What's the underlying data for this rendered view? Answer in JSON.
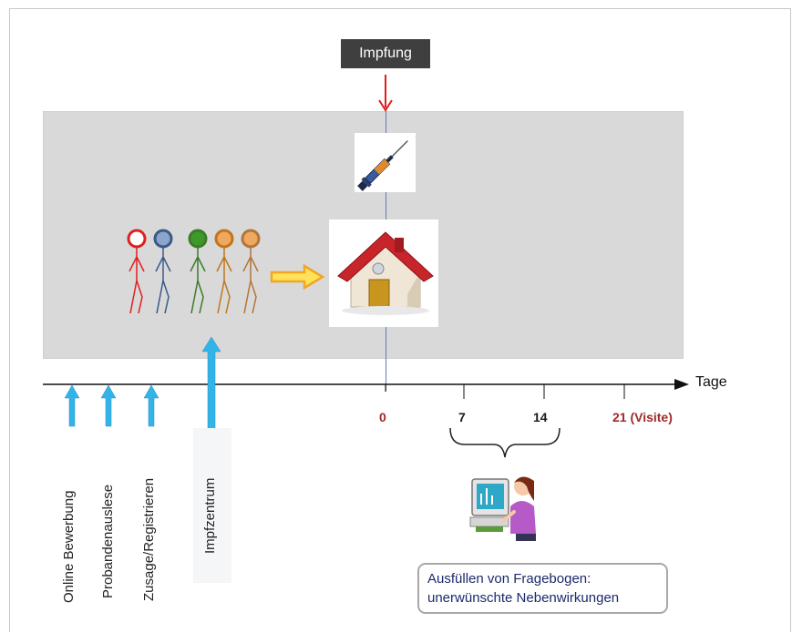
{
  "header": {
    "label": "Impfung"
  },
  "axis": {
    "unit_label": "Tage",
    "ticks": [
      {
        "label": "0",
        "color": "#a0282a"
      },
      {
        "label": "7",
        "color": "#1a1a1a"
      },
      {
        "label": "14",
        "color": "#1a1a1a"
      },
      {
        "label": "21 (Visite)",
        "color": "#a0282a"
      }
    ]
  },
  "steps": [
    {
      "label": "Online Bewerbung"
    },
    {
      "label": "Probandenauslese"
    },
    {
      "label": "Zusage/Registrieren"
    },
    {
      "label": "Impfzentrum"
    }
  ],
  "callout": {
    "line1": "Ausfüllen von Fragebogen:",
    "line2": "unerwünschte Nebenwirkungen"
  },
  "icons": {
    "syringe": "syringe-icon",
    "house": "house-icon",
    "people": "stick-figures-icon",
    "arrow": "yellow-arrow-icon",
    "questionnaire": "woman-at-computer-icon"
  },
  "colors": {
    "panel": "#d9d9d9",
    "accent_red": "#a0282a",
    "arrow_blue": "#33b4e8",
    "marker_red": "#e21b1b"
  }
}
